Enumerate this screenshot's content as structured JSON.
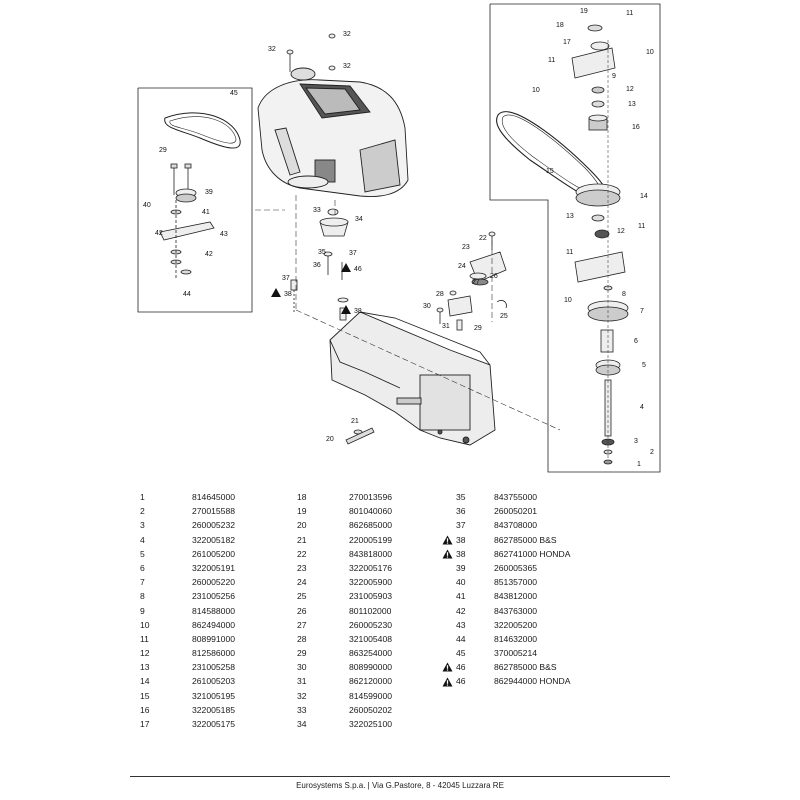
{
  "parts_columns": [
    [
      {
        "ref": "1",
        "code": "814645000",
        "warn": false
      },
      {
        "ref": "2",
        "code": "270015588",
        "warn": false
      },
      {
        "ref": "3",
        "code": "260005232",
        "warn": false
      },
      {
        "ref": "4",
        "code": "322005182",
        "warn": false
      },
      {
        "ref": "5",
        "code": "261005200",
        "warn": false
      },
      {
        "ref": "6",
        "code": "322005191",
        "warn": false
      },
      {
        "ref": "7",
        "code": "260005220",
        "warn": false
      },
      {
        "ref": "8",
        "code": "231005256",
        "warn": false
      },
      {
        "ref": "9",
        "code": "814588000",
        "warn": false
      },
      {
        "ref": "10",
        "code": "862494000",
        "warn": false
      },
      {
        "ref": "11",
        "code": "808991000",
        "warn": false
      },
      {
        "ref": "12",
        "code": "812586000",
        "warn": false
      },
      {
        "ref": "13",
        "code": "231005258",
        "warn": false
      },
      {
        "ref": "14",
        "code": "261005203",
        "warn": false
      },
      {
        "ref": "15",
        "code": "321005195",
        "warn": false
      },
      {
        "ref": "16",
        "code": "322005185",
        "warn": false
      },
      {
        "ref": "17",
        "code": "322005175",
        "warn": false
      }
    ],
    [
      {
        "ref": "18",
        "code": "270013596",
        "warn": false
      },
      {
        "ref": "19",
        "code": "801040060",
        "warn": false
      },
      {
        "ref": "20",
        "code": "862685000",
        "warn": false
      },
      {
        "ref": "21",
        "code": "220005199",
        "warn": false
      },
      {
        "ref": "22",
        "code": "843818000",
        "warn": false
      },
      {
        "ref": "23",
        "code": "322005176",
        "warn": false
      },
      {
        "ref": "24",
        "code": "322005900",
        "warn": false
      },
      {
        "ref": "25",
        "code": "231005903",
        "warn": false
      },
      {
        "ref": "26",
        "code": "801102000",
        "warn": false
      },
      {
        "ref": "27",
        "code": "260005230",
        "warn": false
      },
      {
        "ref": "28",
        "code": "321005408",
        "warn": false
      },
      {
        "ref": "29",
        "code": "863254000",
        "warn": false
      },
      {
        "ref": "30",
        "code": "808990000",
        "warn": false
      },
      {
        "ref": "31",
        "code": "862120000",
        "warn": false
      },
      {
        "ref": "32",
        "code": "814599000",
        "warn": false
      },
      {
        "ref": "33",
        "code": "260050202",
        "warn": false
      },
      {
        "ref": "34",
        "code": "322025100",
        "warn": false
      }
    ],
    [
      {
        "ref": "35",
        "code": "843755000",
        "warn": false
      },
      {
        "ref": "36",
        "code": "260050201",
        "warn": false
      },
      {
        "ref": "37",
        "code": "843708000",
        "warn": false
      },
      {
        "ref": "38",
        "code": "862785000 B&S",
        "warn": true
      },
      {
        "ref": "38",
        "code": "862741000 HONDA",
        "warn": true
      },
      {
        "ref": "39",
        "code": "260005365",
        "warn": false
      },
      {
        "ref": "40",
        "code": "851357000",
        "warn": false
      },
      {
        "ref": "41",
        "code": "843812000",
        "warn": false
      },
      {
        "ref": "42",
        "code": "843763000",
        "warn": false
      },
      {
        "ref": "43",
        "code": "322005200",
        "warn": false
      },
      {
        "ref": "44",
        "code": "814632000",
        "warn": false
      },
      {
        "ref": "45",
        "code": "370005214",
        "warn": false
      },
      {
        "ref": "46",
        "code": "862785000 B&S",
        "warn": true
      },
      {
        "ref": "46",
        "code": "862944000 HONDA",
        "warn": true
      }
    ]
  ],
  "callouts": [
    {
      "n": "1",
      "warn": false
    },
    {
      "n": "2",
      "warn": false
    },
    {
      "n": "3",
      "warn": false
    },
    {
      "n": "4",
      "warn": false
    },
    {
      "n": "5",
      "warn": false
    },
    {
      "n": "6",
      "warn": false
    },
    {
      "n": "7",
      "warn": false
    },
    {
      "n": "8",
      "warn": false
    },
    {
      "n": "9",
      "warn": false
    },
    {
      "n": "10",
      "warn": false
    },
    {
      "n": "10",
      "warn": false
    },
    {
      "n": "10",
      "warn": false
    },
    {
      "n": "11",
      "warn": false
    },
    {
      "n": "11",
      "warn": false
    },
    {
      "n": "11",
      "warn": false
    },
    {
      "n": "11",
      "warn": false
    },
    {
      "n": "12",
      "warn": false
    },
    {
      "n": "12",
      "warn": false
    },
    {
      "n": "13",
      "warn": false
    },
    {
      "n": "13",
      "warn": false
    },
    {
      "n": "14",
      "warn": false
    },
    {
      "n": "15",
      "warn": false
    },
    {
      "n": "16",
      "warn": false
    },
    {
      "n": "17",
      "warn": false
    },
    {
      "n": "18",
      "warn": false
    },
    {
      "n": "19",
      "warn": false
    },
    {
      "n": "20",
      "warn": false
    },
    {
      "n": "21",
      "warn": false
    },
    {
      "n": "22",
      "warn": false
    },
    {
      "n": "23",
      "warn": false
    },
    {
      "n": "24",
      "warn": false
    },
    {
      "n": "25",
      "warn": false
    },
    {
      "n": "26",
      "warn": false
    },
    {
      "n": "27",
      "warn": false
    },
    {
      "n": "28",
      "warn": false
    },
    {
      "n": "29",
      "warn": false
    },
    {
      "n": "29",
      "warn": false
    },
    {
      "n": "30",
      "warn": false
    },
    {
      "n": "31",
      "warn": false
    },
    {
      "n": "32",
      "warn": false
    },
    {
      "n": "32",
      "warn": false
    },
    {
      "n": "32",
      "warn": false
    },
    {
      "n": "33",
      "warn": false
    },
    {
      "n": "34",
      "warn": false
    },
    {
      "n": "35",
      "warn": false
    },
    {
      "n": "36",
      "warn": false
    },
    {
      "n": "37",
      "warn": false
    },
    {
      "n": "37",
      "warn": false
    },
    {
      "n": "38",
      "warn": true
    },
    {
      "n": "38",
      "warn": true
    },
    {
      "n": "39",
      "warn": false
    },
    {
      "n": "40",
      "warn": false
    },
    {
      "n": "41",
      "warn": false
    },
    {
      "n": "42",
      "warn": false
    },
    {
      "n": "42",
      "warn": false
    },
    {
      "n": "43",
      "warn": false
    },
    {
      "n": "44",
      "warn": false
    },
    {
      "n": "45",
      "warn": false
    },
    {
      "n": "46",
      "warn": true
    }
  ],
  "footer": "Eurosystems S.p.a.  |  Via G.Pastore, 8 - 42045 Luzzara RE",
  "colors": {
    "line": "#222222",
    "fill_light": "#eeeeee",
    "fill_mid": "#c8c8c8",
    "fill_dark": "#555555",
    "warn_fill": "#111111"
  }
}
